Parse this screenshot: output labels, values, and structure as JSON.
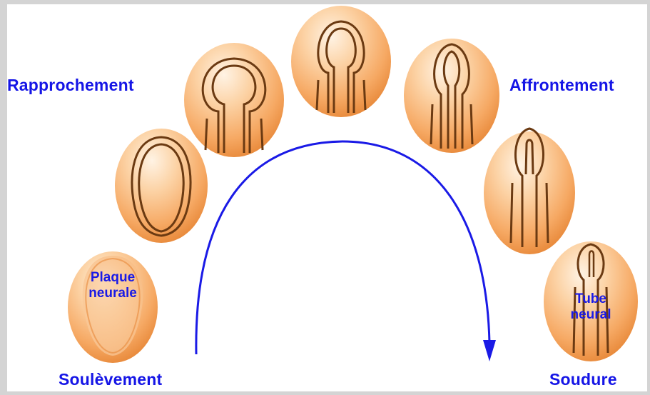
{
  "diagram": {
    "stages": {
      "soulevement": "Soulèvement",
      "rapprochement": "Rapprochement",
      "affrontement": "Affrontement",
      "soudure": "Soudure"
    },
    "inner_labels": {
      "plaque": [
        "Plaque",
        "neurale"
      ],
      "tube": [
        "Tube",
        "neural"
      ]
    },
    "colors": {
      "frame": "#d4d4d4",
      "background": "#ffffff",
      "label": "#1515e6",
      "arrow": "#1a1ae6",
      "embryo_light": "#fde3c4",
      "embryo_mid": "#f9b476",
      "embryo_dark": "#e8893a",
      "outline": "#6b3a12"
    }
  }
}
